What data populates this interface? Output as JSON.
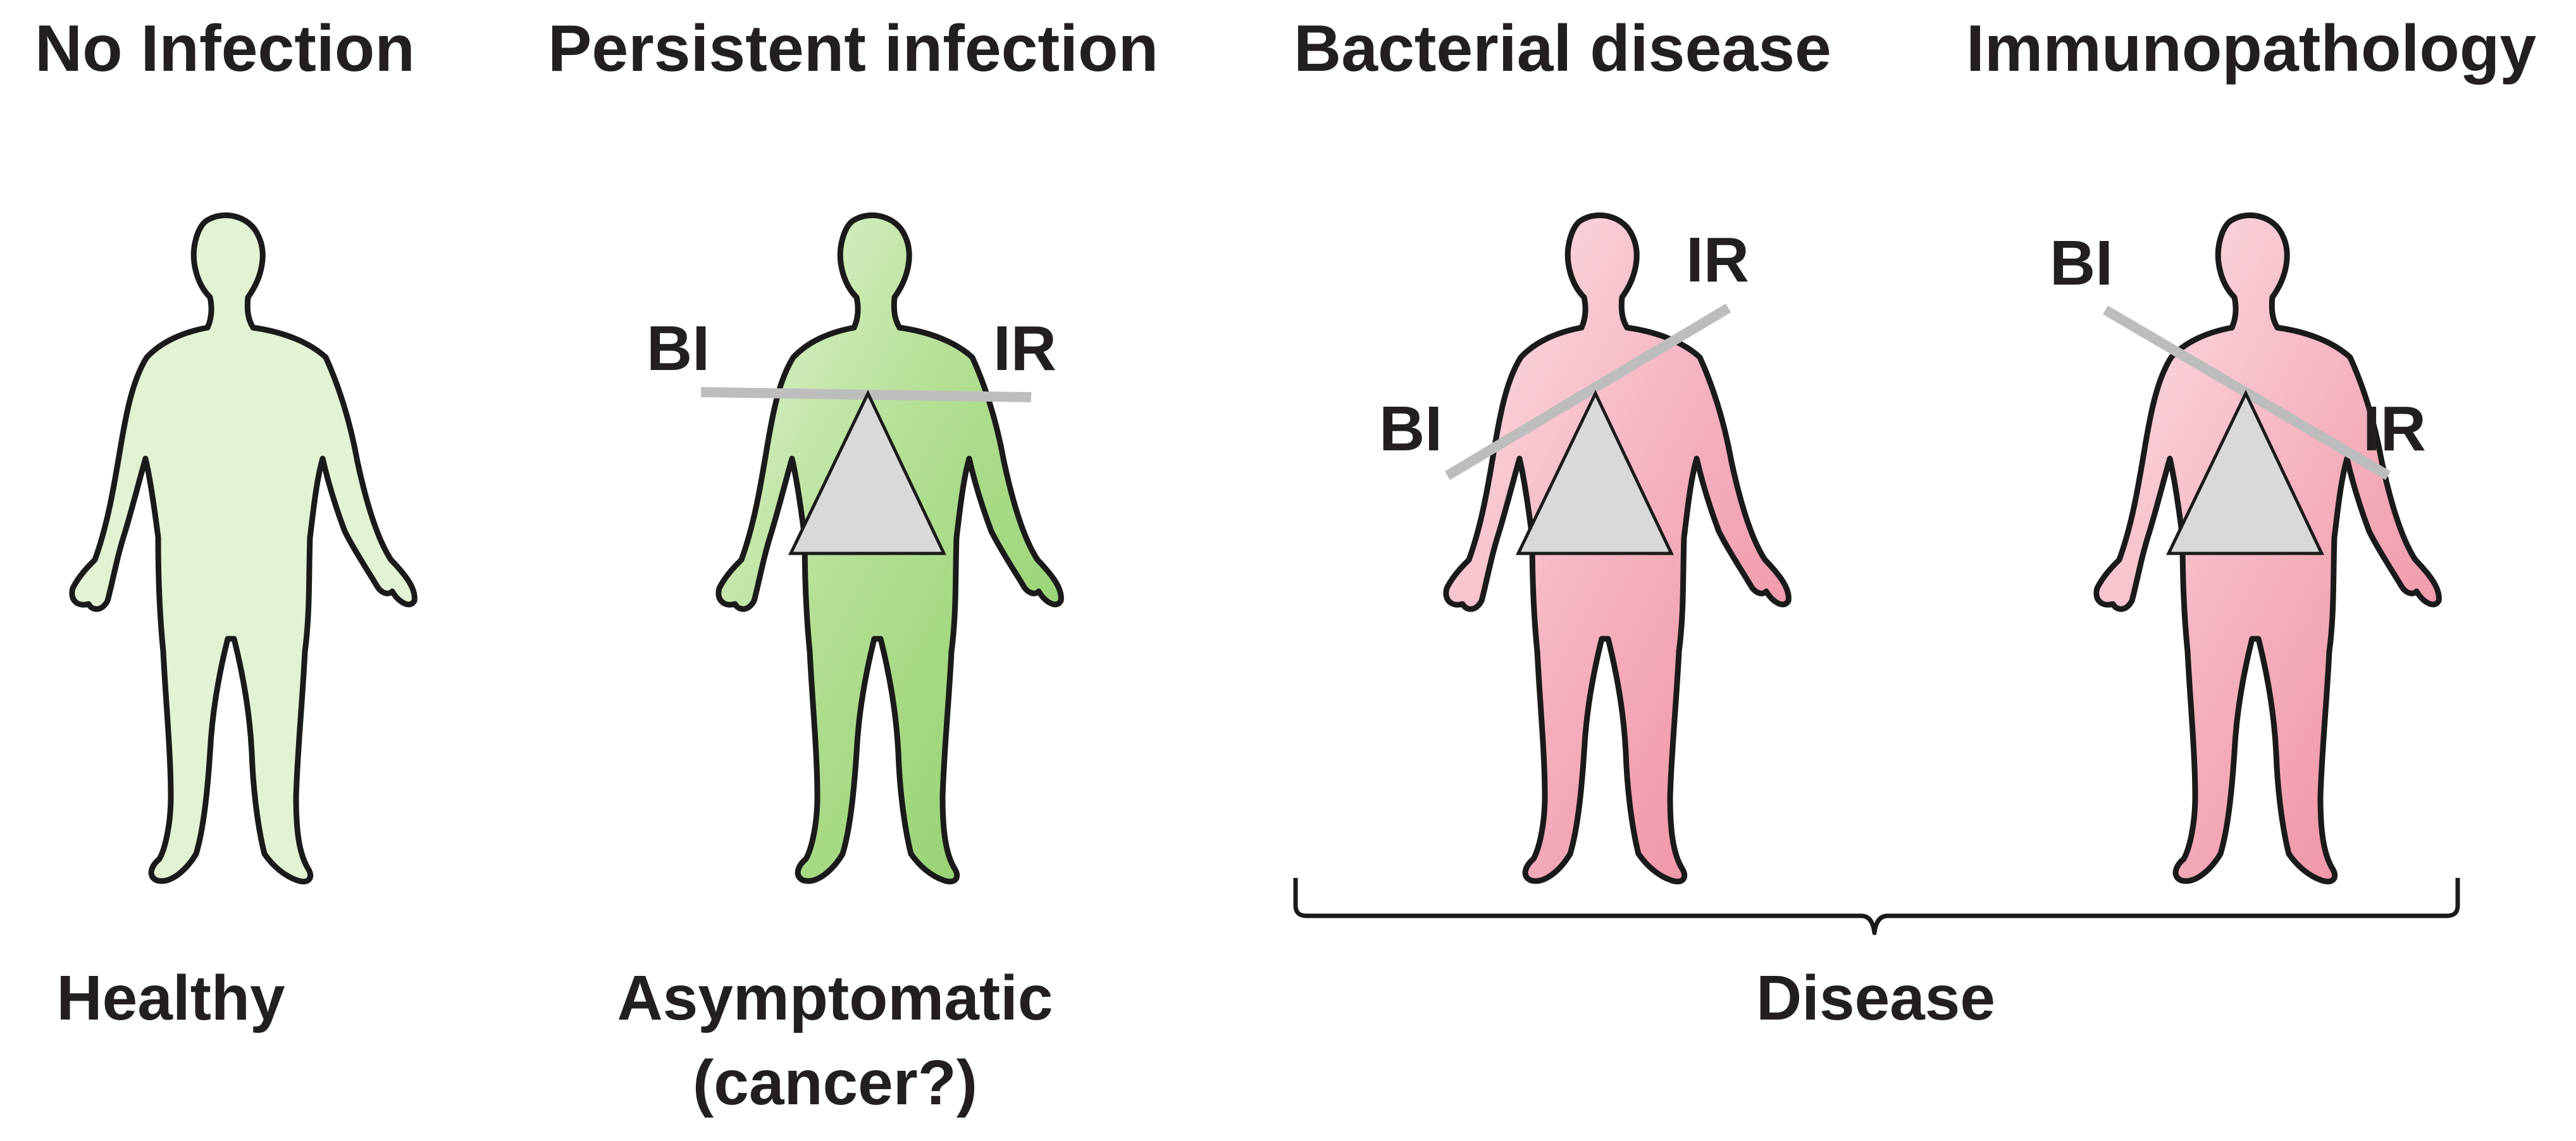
{
  "panels": [
    {
      "id": "no-infection",
      "title": "No Infection",
      "state": "healthy-green",
      "balance": null
    },
    {
      "id": "persistent-infection",
      "title": "Persistent infection",
      "state": "green-gradient",
      "balance": {
        "left_label": "BI",
        "right_label": "IR",
        "tilt": "level"
      }
    },
    {
      "id": "bacterial-disease",
      "title": "Bacterial disease",
      "state": "red",
      "balance": {
        "left_label": "BI",
        "right_label": "IR",
        "tilt": "down-left"
      }
    },
    {
      "id": "immunopathology",
      "title": "Immunopathology",
      "state": "red",
      "balance": {
        "left_label": "BI",
        "right_label": "IR",
        "tilt": "down-right"
      }
    }
  ],
  "outcomes": {
    "healthy": "Healthy",
    "asymptomatic_line1": "Asymptomatic",
    "asymptomatic_line2": "(cancer?)",
    "disease": "Disease"
  },
  "colors": {
    "healthy_fill": "#e2f3d4",
    "green_light": "#e5f4d8",
    "green_dark": "#8fce6a",
    "red_light": "#fbdde3",
    "red_dark": "#ee8c9f",
    "outline": "#1a1a1a",
    "beam": "#bdbdbd",
    "fulcrum": "#d9d9d9",
    "text": "#231f20"
  }
}
